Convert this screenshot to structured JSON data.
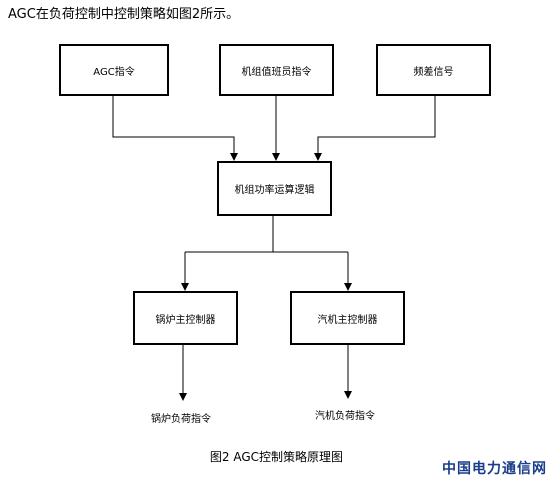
{
  "intro_text": "AGC在负荷控制中控制策略如图2所示。",
  "boxes": {
    "agc_command": "AGC指令",
    "unit_command": "机组值班员指令",
    "frequency_signal": "频差信号",
    "power_logic": "机组功率运算逻辑",
    "boiler_master": "锅炉主控制器",
    "turbine_master": "汽机主控制器"
  },
  "outputs": {
    "boiler_load": "锅炉负荷指令",
    "turbine_load": "汽机负荷指令"
  },
  "caption": "图2 AGC控制策略原理图",
  "watermark": "中国电力通信网",
  "colors": {
    "line": "#000000",
    "watermark": "#1a3c8c"
  }
}
